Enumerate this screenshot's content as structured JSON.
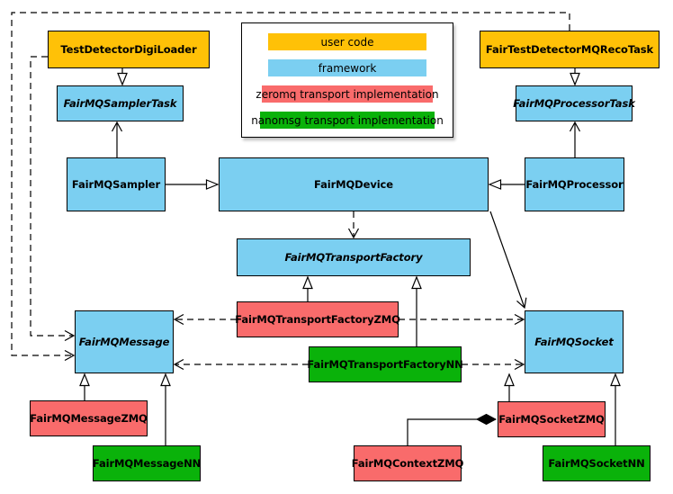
{
  "colors": {
    "user-code": "#ffc107",
    "framework": "#7bcff1",
    "zeromq": "#f96b6b",
    "nanomsg": "#0ab20a",
    "line": "#000000",
    "background": "#ffffff"
  },
  "legend": {
    "items": [
      {
        "label": "user code",
        "color": "#ffc107"
      },
      {
        "label": "framework",
        "color": "#7bcff1"
      },
      {
        "label": "zeromq transport implementation",
        "color": "#f96b6b"
      },
      {
        "label": "nanomsg transport implementation",
        "color": "#0ab20a"
      }
    ]
  },
  "nodes": {
    "test_detector_digi_loader": {
      "label": "TestDetectorDigiLoader",
      "category": "user code"
    },
    "fair_test_detector_mq_reco_task": {
      "label": "FairTestDetectorMQRecoTask",
      "category": "user code"
    },
    "fairmq_sampler_task": {
      "label": "FairMQSamplerTask",
      "category": "framework",
      "abstract": true
    },
    "fairmq_processor_task": {
      "label": "FairMQProcessorTask",
      "category": "framework",
      "abstract": true
    },
    "fairmq_sampler": {
      "label": "FairMQSampler",
      "category": "framework"
    },
    "fairmq_device": {
      "label": "FairMQDevice",
      "category": "framework"
    },
    "fairmq_processor": {
      "label": "FairMQProcessor",
      "category": "framework"
    },
    "fairmq_transport_factory": {
      "label": "FairMQTransportFactory",
      "category": "framework",
      "abstract": true
    },
    "fairmq_transport_factory_zmq": {
      "label": "FairMQTransportFactoryZMQ",
      "category": "zeromq transport implementation"
    },
    "fairmq_transport_factory_nn": {
      "label": "FairMQTransportFactoryNN",
      "category": "nanomsg transport implementation"
    },
    "fairmq_message": {
      "label": "FairMQMessage",
      "category": "framework",
      "abstract": true
    },
    "fairmq_socket": {
      "label": "FairMQSocket",
      "category": "framework",
      "abstract": true
    },
    "fairmq_message_zmq": {
      "label": "FairMQMessageZMQ",
      "category": "zeromq transport implementation"
    },
    "fairmq_message_nn": {
      "label": "FairMQMessageNN",
      "category": "nanomsg transport implementation"
    },
    "fairmq_socket_zmq": {
      "label": "FairMQSocketZMQ",
      "category": "zeromq transport implementation"
    },
    "fairmq_socket_nn": {
      "label": "FairMQSocketNN",
      "category": "nanomsg transport implementation"
    },
    "fairmq_context_zmq": {
      "label": "FairMQContextZMQ",
      "category": "zeromq transport implementation"
    }
  }
}
